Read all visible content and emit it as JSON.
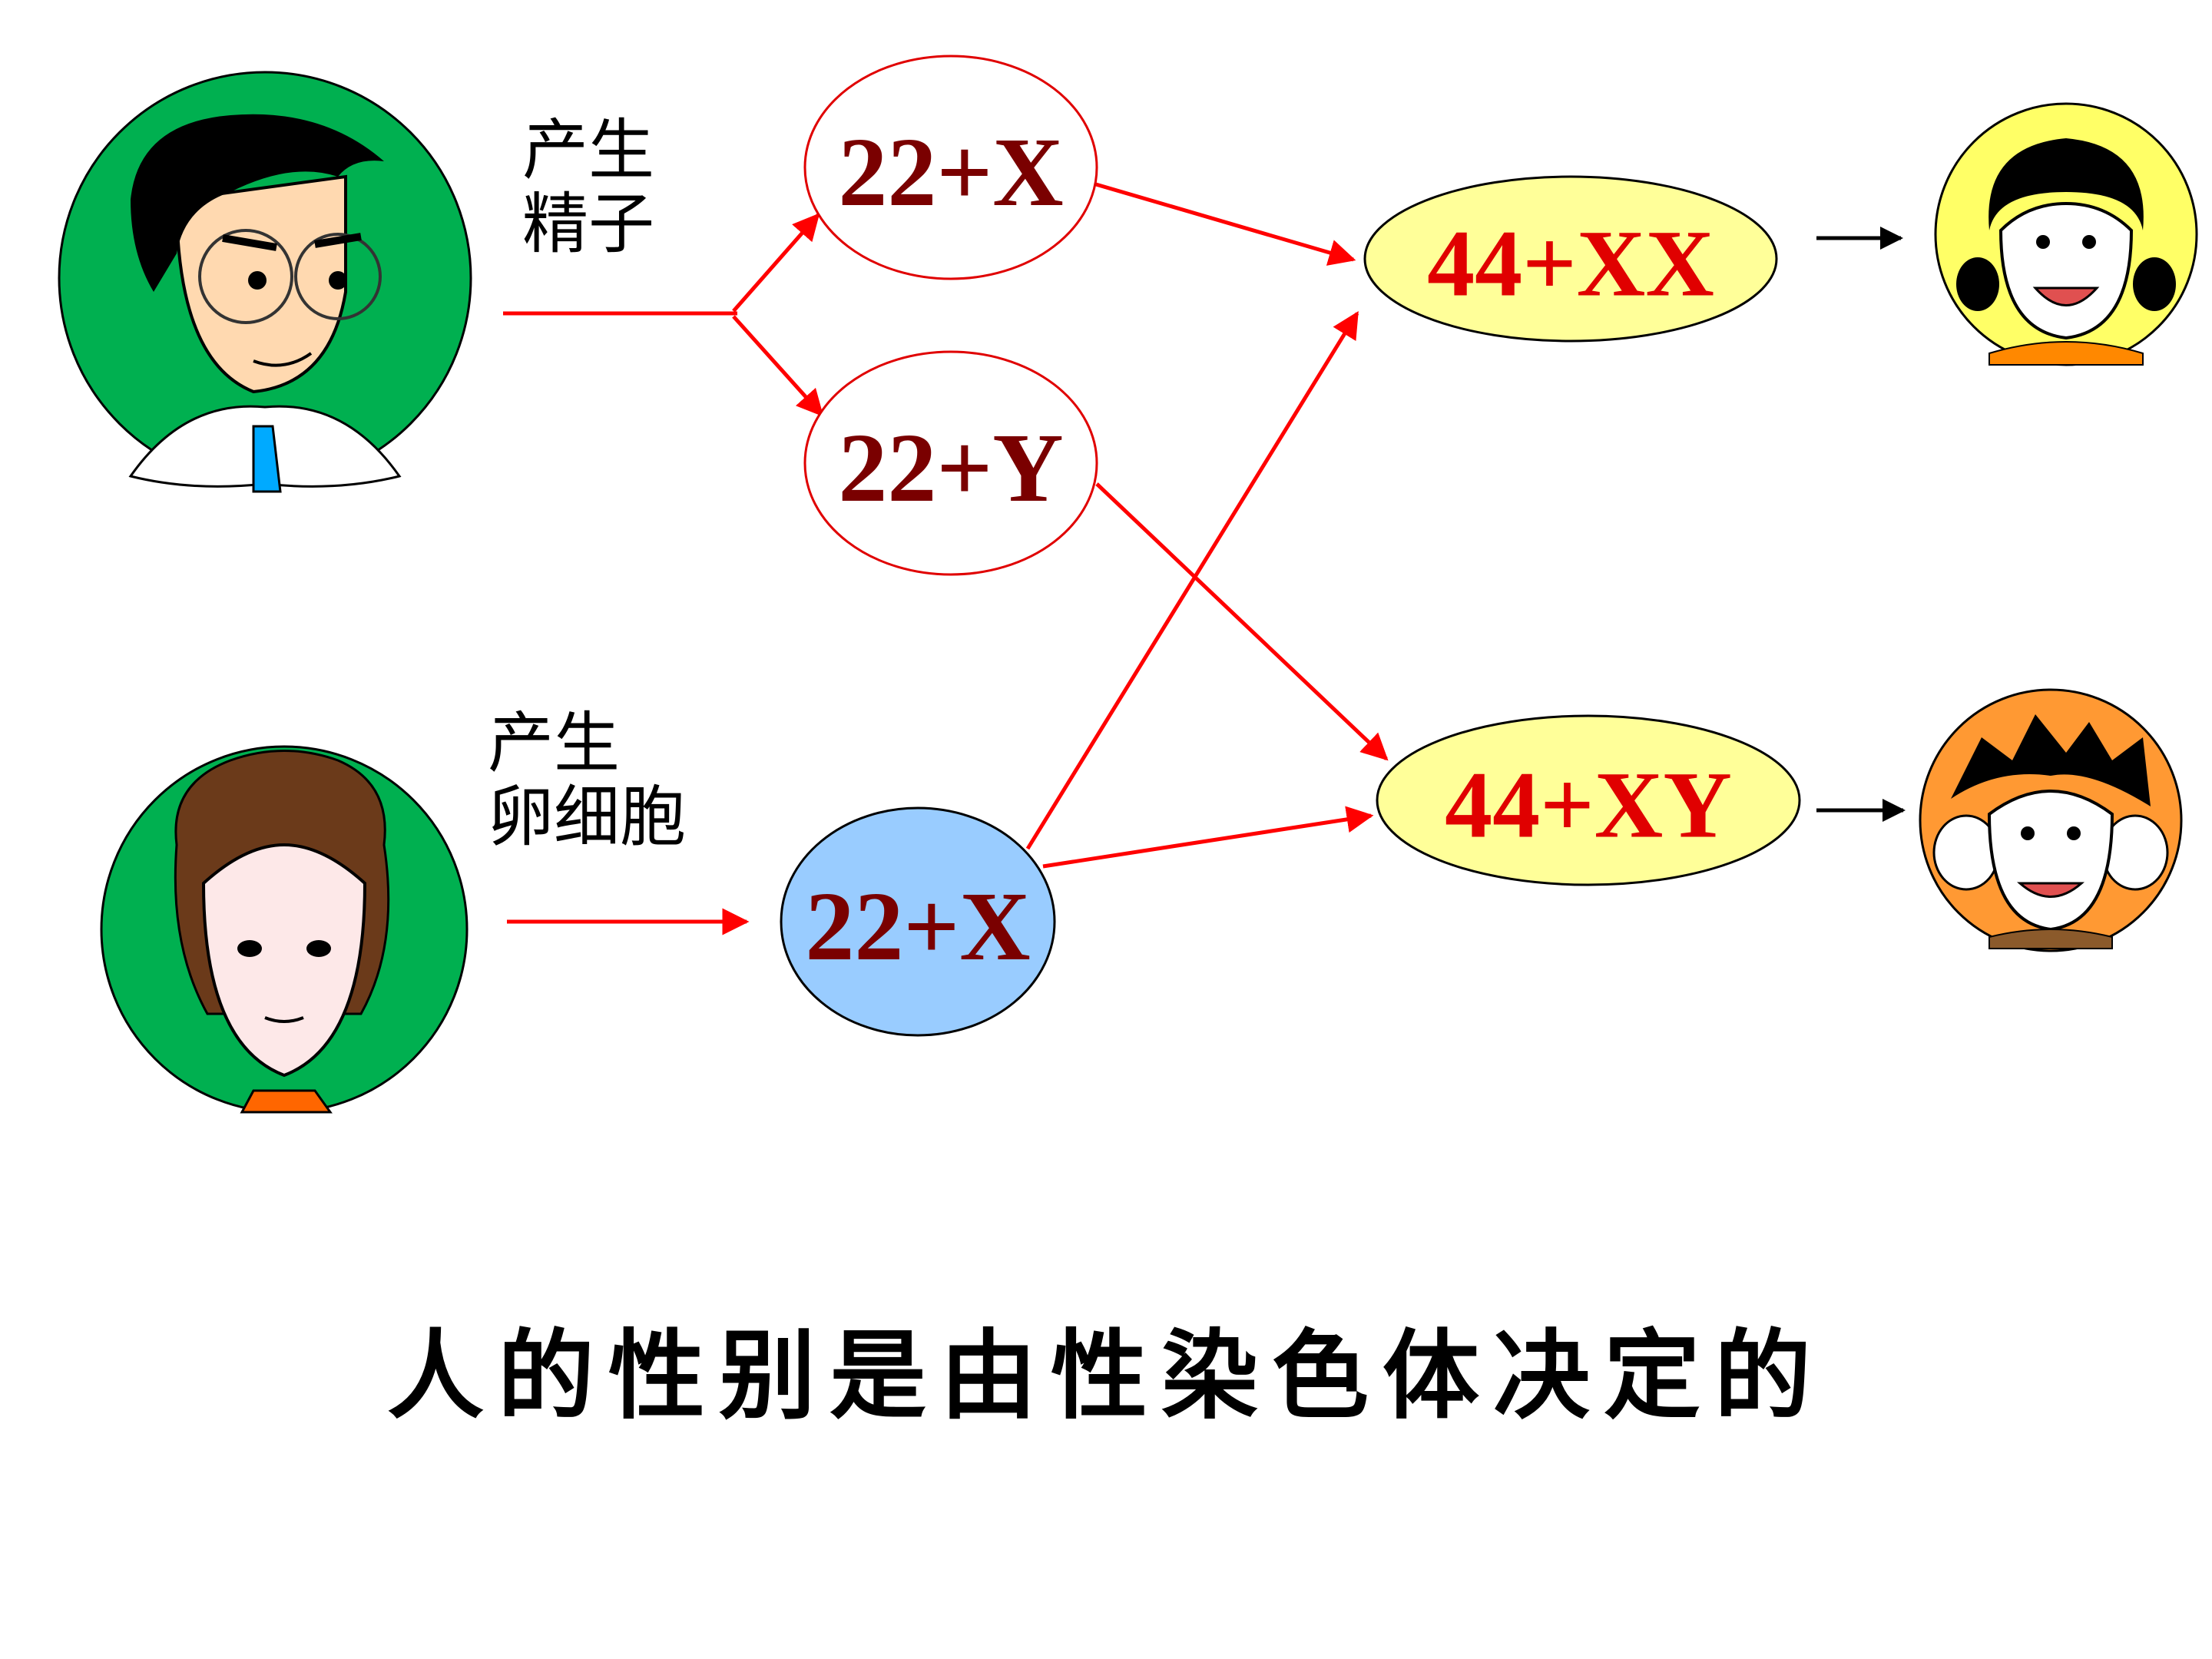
{
  "labels": {
    "father_process": [
      "产生",
      "精子"
    ],
    "mother_process": [
      "产生",
      "卵细胞"
    ]
  },
  "sperm": [
    {
      "text": "22+X",
      "color": "#7a0000",
      "fill": "#ffffff",
      "stroke": "#e00000"
    },
    {
      "text": "22+Y",
      "color": "#7a0000",
      "fill": "#ffffff",
      "stroke": "#e00000"
    }
  ],
  "egg": {
    "text": "22+X",
    "color": "#7a0000",
    "fill": "#99ccff",
    "stroke": "#000000"
  },
  "zygotes": [
    {
      "text": "44+XX",
      "color": "#e00000",
      "fill": "#ffff99",
      "stroke": "#000000"
    },
    {
      "text": "44+XY",
      "color": "#e00000",
      "fill": "#ffff99",
      "stroke": "#000000"
    }
  ],
  "caption": "人的性别是由性染色体决定的",
  "colors": {
    "arrow": "#ff0000",
    "parent_bg": "#00b050",
    "daughter_bg": "#ffff66",
    "son_bg": "#ff9933"
  },
  "icons": [
    "father-avatar-icon",
    "mother-avatar-icon",
    "daughter-avatar-icon",
    "son-avatar-icon"
  ]
}
